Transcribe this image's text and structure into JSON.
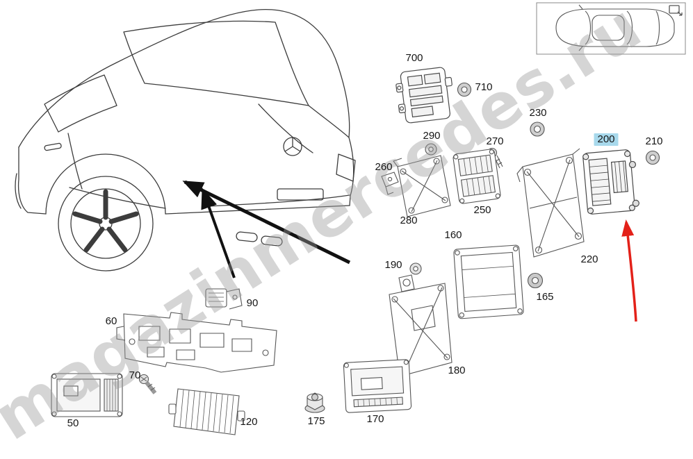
{
  "watermark": "magazinmercedes.ru",
  "diagram": {
    "highlighted_part": "200",
    "highlight_color": "#a8d9ec",
    "arrow_color": "#e32119",
    "line_color": "#3c3c3c"
  },
  "icons": {
    "thumbnail_action": "open-view-icon"
  },
  "labels": {
    "l50": "50",
    "l60": "60",
    "l70": "70",
    "l90": "90",
    "l120": "120",
    "l160": "160",
    "l165": "165",
    "l170": "170",
    "l175": "175",
    "l180": "180",
    "l190": "190",
    "l200": "200",
    "l210": "210",
    "l220": "220",
    "l230": "230",
    "l250": "250",
    "l260": "260",
    "l270": "270",
    "l280": "280",
    "l290": "290",
    "l700": "700",
    "l710": "710"
  }
}
